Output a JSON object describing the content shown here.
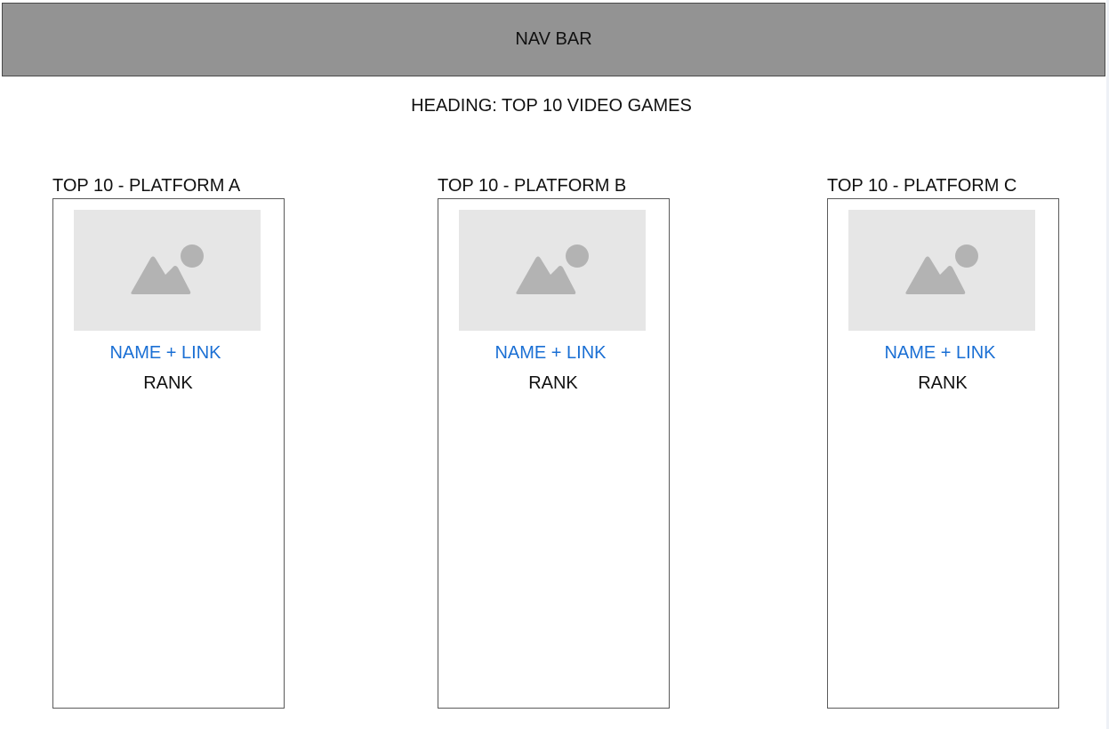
{
  "navbar": {
    "label": "NAV BAR"
  },
  "heading": {
    "text": "HEADING: TOP 10 VIDEO GAMES"
  },
  "columns": [
    {
      "title": "TOP 10 - PLATFORM A",
      "card": {
        "image_icon": "image-placeholder-icon",
        "name_link": "NAME + LINK",
        "rank": "RANK"
      }
    },
    {
      "title": "TOP 10 - PLATFORM B",
      "card": {
        "image_icon": "image-placeholder-icon",
        "name_link": "NAME + LINK",
        "rank": "RANK"
      }
    },
    {
      "title": "TOP 10 - PLATFORM C",
      "card": {
        "image_icon": "image-placeholder-icon",
        "name_link": "NAME + LINK",
        "rank": "RANK"
      }
    }
  ],
  "colors": {
    "navbar_bg": "#939393",
    "link": "#1a6fd4",
    "placeholder_bg": "#e6e6e6",
    "placeholder_glyph": "#b3b3b3"
  }
}
